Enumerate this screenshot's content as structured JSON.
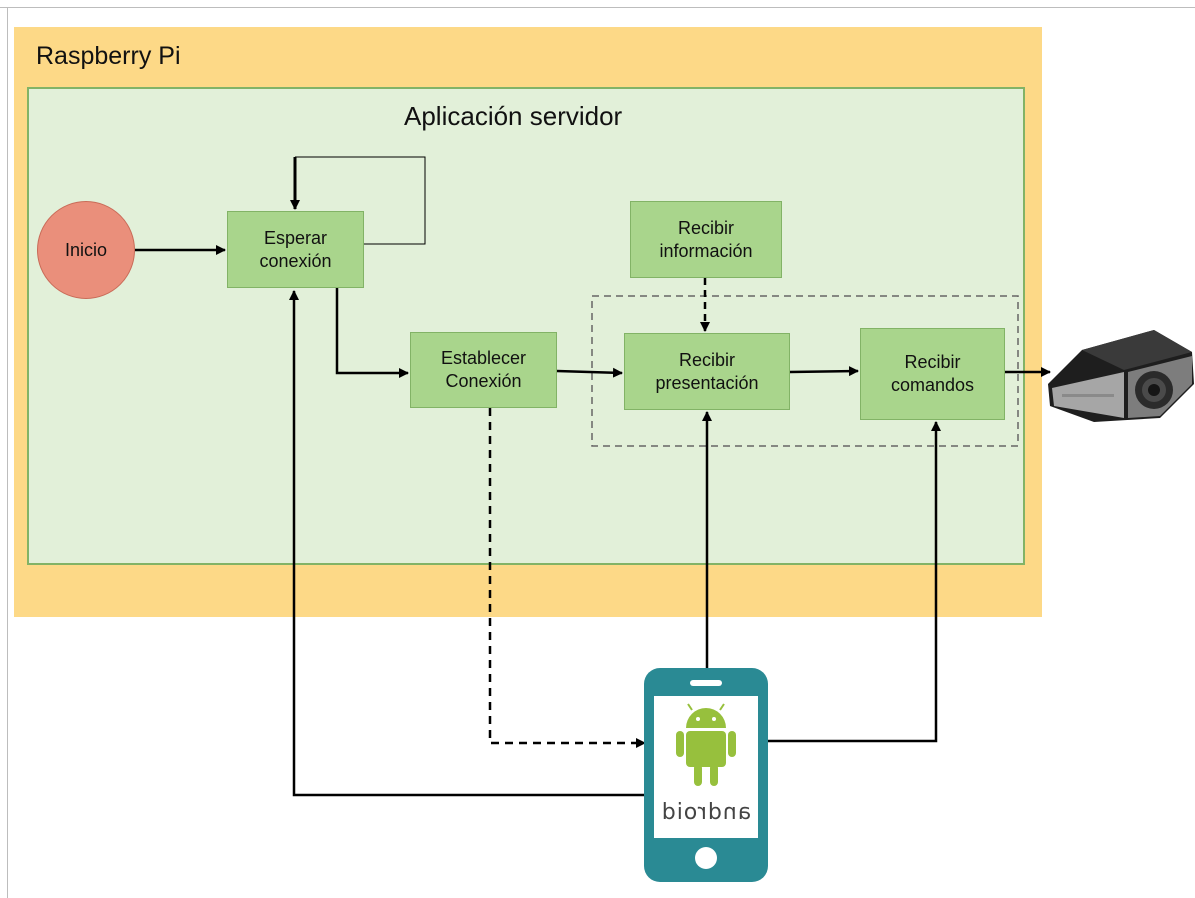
{
  "container": {
    "title": "Raspberry Pi"
  },
  "app": {
    "title": "Aplicación servidor"
  },
  "nodes": {
    "start": "Inicio",
    "wait": "Esperar\nconexión",
    "establish": "Establecer\nConexión",
    "receive_info": "Recibir\ninformación",
    "receive_presentation": "Recibir\npresentación",
    "receive_commands": "Recibir\ncomandos"
  },
  "device": {
    "os_logo_text": "android",
    "icon": "android-phone-icon"
  },
  "output_device": {
    "icon": "projector-icon"
  },
  "colors": {
    "raspberry_bg": "#fdd987",
    "app_bg": "#e2f0d9",
    "node_fill": "#a9d58c",
    "start_fill": "#ea8f7b",
    "phone": "#2a8a94",
    "android_green": "#97c03d"
  }
}
